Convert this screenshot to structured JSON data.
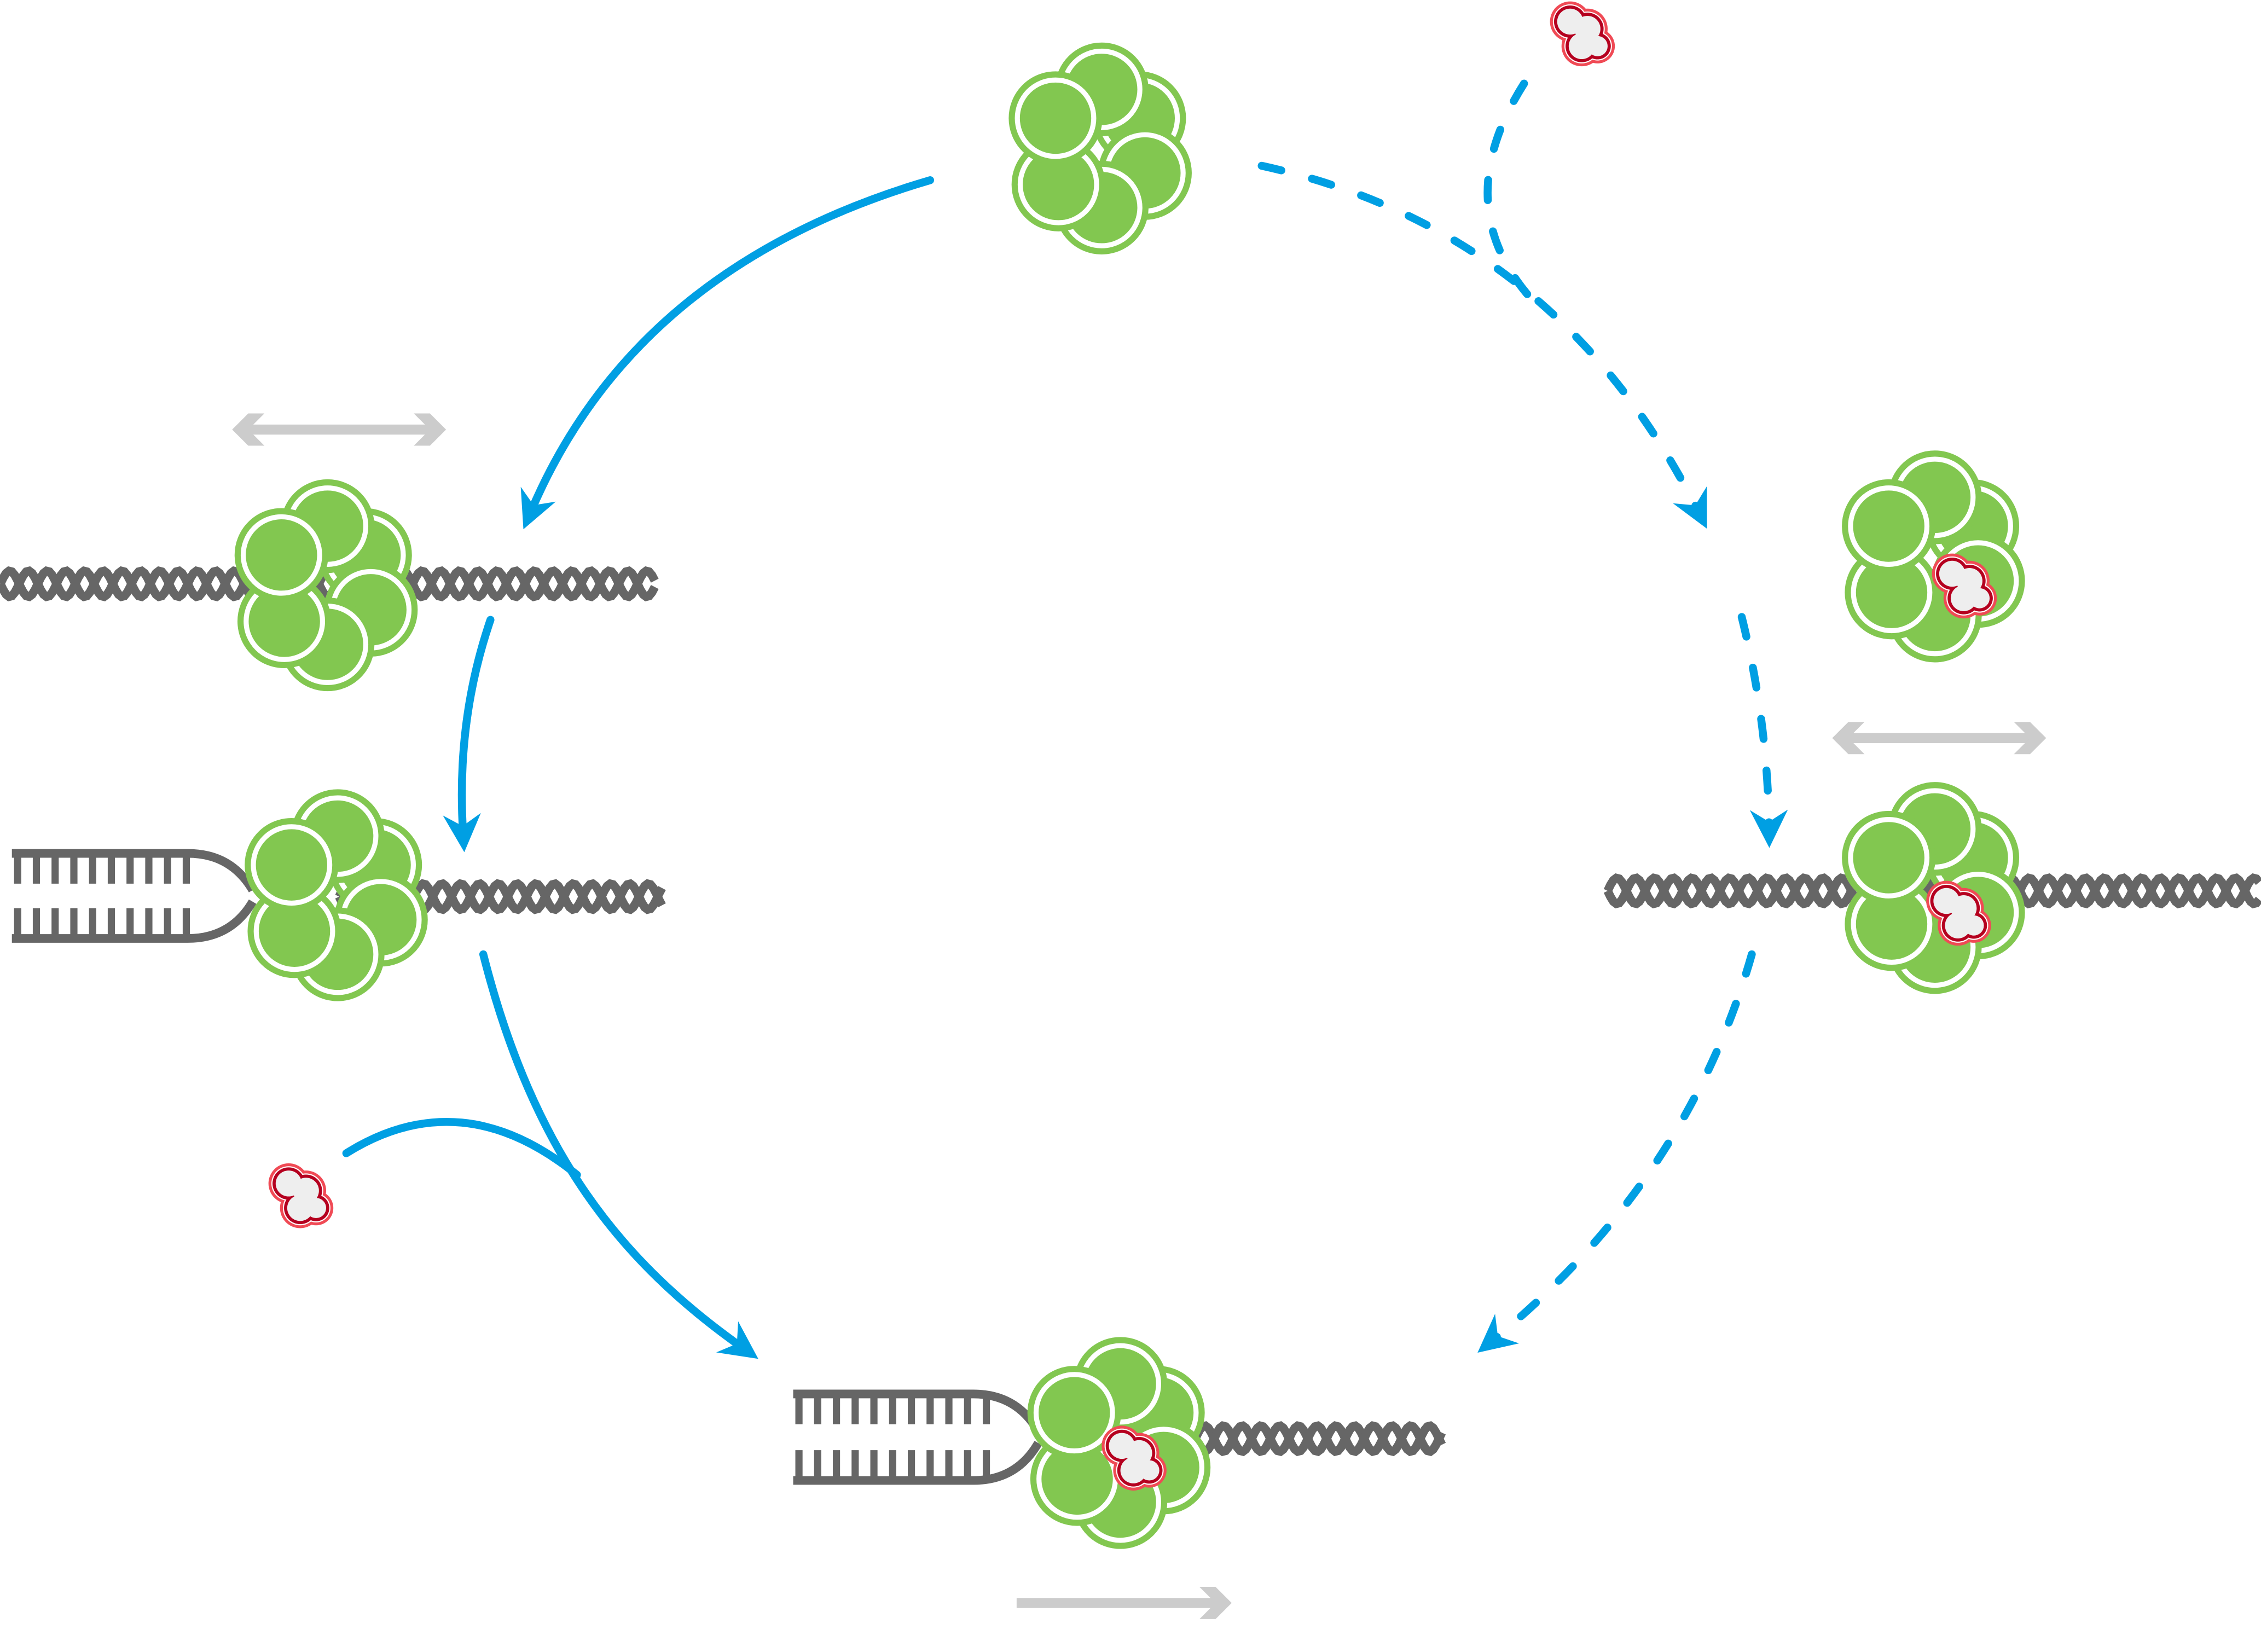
{
  "colors": {
    "helicase_green": "#82c750",
    "dna_gray": "#666666",
    "pathway_blue": "#009fe3",
    "motion_arrow_gray": "#cccccc",
    "ligand_outer_red": "#f04a55",
    "ligand_inner_red": "#b5001f",
    "ligand_fill": "#eeeeee"
  },
  "pathways": [
    {
      "name": "unbound-pathway",
      "style": "solid"
    },
    {
      "name": "ligand-bound-pathway",
      "style": "dashed"
    }
  ],
  "motion_arrows": [
    {
      "name": "diffusion-arrow-left",
      "direction": "bidirectional"
    },
    {
      "name": "diffusion-arrow-right",
      "direction": "bidirectional"
    },
    {
      "name": "translocation-arrow-bottom",
      "direction": "right"
    }
  ]
}
